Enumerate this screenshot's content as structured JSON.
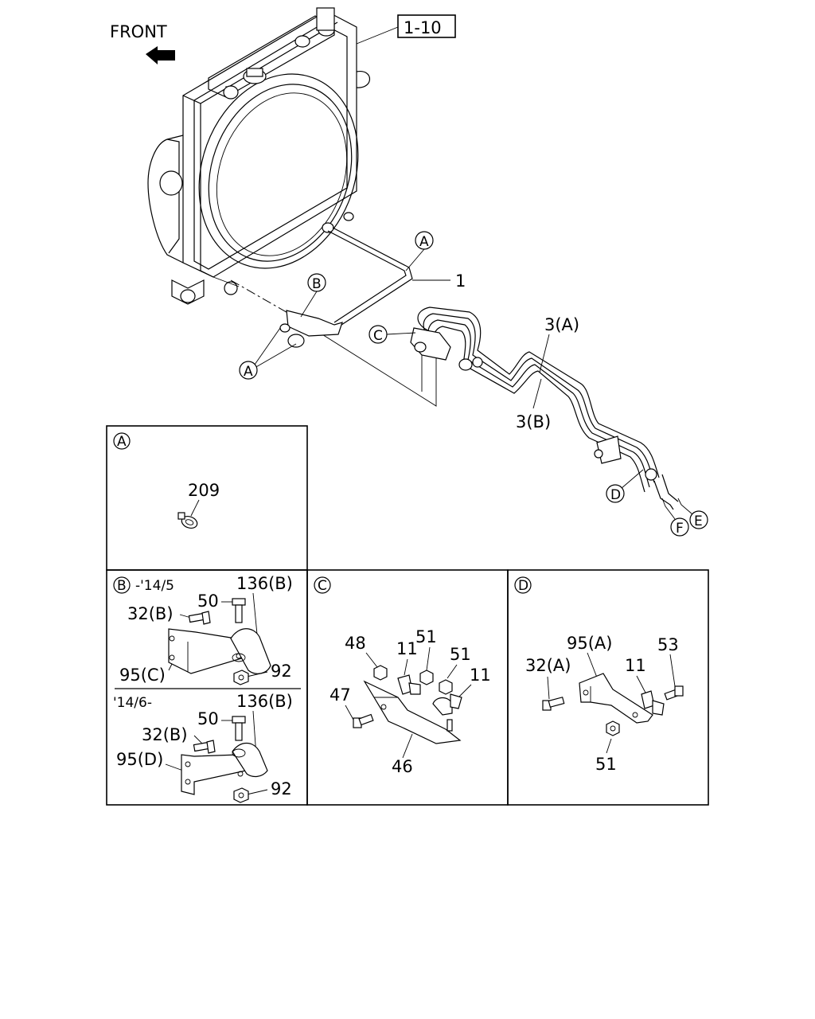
{
  "header": {
    "front_label": "FRONT",
    "ref_box": "1-10"
  },
  "main": {
    "callouts": {
      "A_top": "A",
      "A_left": "A",
      "B": "B",
      "C": "C",
      "D": "D",
      "E": "E",
      "F": "F"
    },
    "part_labels": {
      "p1": "1",
      "p3a": "3(A)",
      "p3b": "3(B)"
    }
  },
  "detail_a": {
    "tag": "A",
    "labels": {
      "p209": "209"
    }
  },
  "detail_b": {
    "tag": "B",
    "upper_range": "-'14/5",
    "lower_range": "'14/6-",
    "upper_labels": {
      "p50": "50",
      "p136b": "136(B)",
      "p32b": "32(B)",
      "p95c": "95(C)",
      "p92": "92"
    },
    "lower_labels": {
      "p50": "50",
      "p136b": "136(B)",
      "p32b": "32(B)",
      "p95d": "95(D)",
      "p92": "92"
    }
  },
  "detail_c": {
    "tag": "C",
    "labels": {
      "p48": "48",
      "p11a": "11",
      "p51a": "51",
      "p51b": "51",
      "p11b": "11",
      "p47": "47",
      "p46": "46"
    }
  },
  "detail_d": {
    "tag": "D",
    "labels": {
      "p95a": "95(A)",
      "p53": "53",
      "p32a": "32(A)",
      "p11": "11",
      "p51": "51"
    }
  }
}
